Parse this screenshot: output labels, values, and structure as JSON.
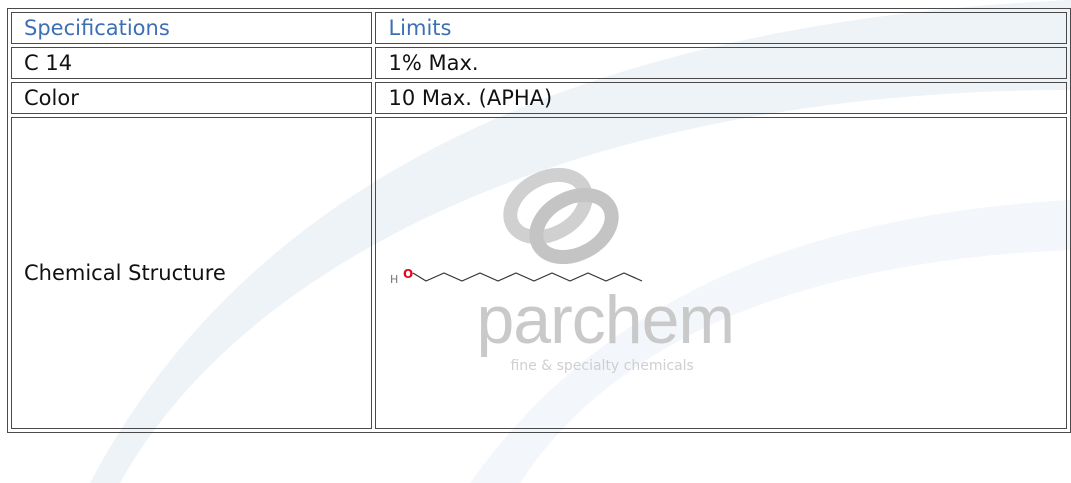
{
  "table": {
    "header": {
      "col1": "Specifications",
      "col2": "Limits"
    },
    "rows": [
      {
        "spec": "C 14",
        "limit": "1% Max."
      },
      {
        "spec": "Color",
        "limit": "10 Max. (APHA)"
      },
      {
        "spec": "Chemical Structure",
        "limit": ""
      }
    ]
  },
  "structure": {
    "atom_h": "H",
    "atom_o": "O",
    "oxygen_color": "#e8001c"
  },
  "watermark": {
    "name": "parchem",
    "tagline": "fine & specialty chemicals"
  },
  "colors": {
    "header_text": "#3d6fb5",
    "border": "#4a4a4a",
    "background_swoosh": "#eef3f8"
  }
}
